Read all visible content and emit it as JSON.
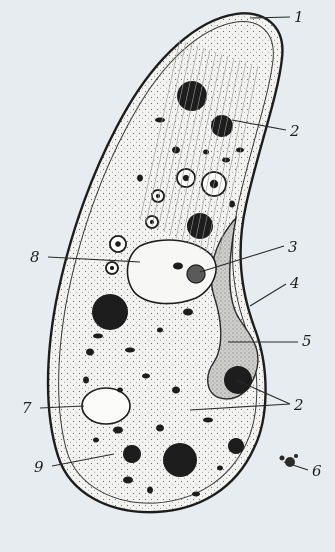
{
  "figure": {
    "labels": [
      {
        "id": "L1",
        "text": "1"
      },
      {
        "id": "L2a",
        "text": "2"
      },
      {
        "id": "L3",
        "text": "3"
      },
      {
        "id": "L4",
        "text": "4"
      },
      {
        "id": "L5",
        "text": "5"
      },
      {
        "id": "L2b",
        "text": "2"
      },
      {
        "id": "L6",
        "text": "6"
      },
      {
        "id": "L7",
        "text": "7"
      },
      {
        "id": "L8",
        "text": "8"
      },
      {
        "id": "L9",
        "text": "9"
      }
    ]
  },
  "colors": {
    "background": "#e6ecef",
    "ink": "#1d1d1d",
    "cytoplasm": "#f4f4f2",
    "ectoplasm": "#dcdcd9"
  }
}
